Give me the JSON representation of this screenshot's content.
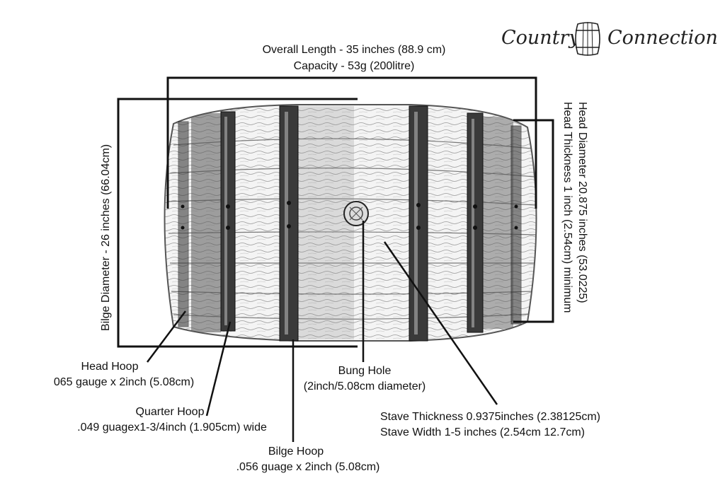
{
  "brand": {
    "left_word": "Country",
    "right_word": "Connection",
    "icon": "barrel-icon"
  },
  "labels": {
    "overall_length": "Overall Length - 35 inches (88.9 cm)",
    "capacity": "Capacity - 53g (200litre)",
    "bilge_diameter": "Bilge Diameter - 26 inches (66.04cm)",
    "head_diameter": "Head Diameter 20.875 inches (53.0225)",
    "head_thickness": "Head Thickness 1 inch (2.54cm) minimum",
    "head_hoop_title": "Head Hoop",
    "head_hoop_detail": "065 gauge x 2inch (5.08cm)",
    "quarter_hoop_title": "Quarter Hoop",
    "quarter_hoop_detail": ".049 guagex1-3/4inch (1.905cm) wide",
    "bilge_hoop_title": "Bilge Hoop",
    "bilge_hoop_detail": ".056 guage x 2inch (5.08cm)",
    "bung_hole_title": "Bung Hole",
    "bung_hole_detail": "(2inch/5.08cm diameter)",
    "stave_thickness": "Stave Thickness 0.9375inches (2.38125cm)",
    "stave_width": "Stave Width 1-5 inches (2.54cm 12.7cm)"
  },
  "colors": {
    "ink": "#111111",
    "wood_light": "#f2f2f2",
    "wood_dark": "#3a3a3a",
    "hoop": "#2b2b2b"
  }
}
